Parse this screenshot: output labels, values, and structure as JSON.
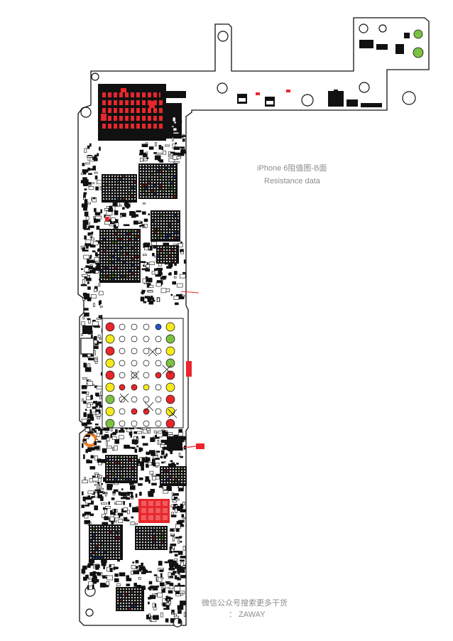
{
  "labels": {
    "title": "iPhone 6阻值图-B面",
    "subtitle": "Resistance data",
    "wechat": "微信公众号搜索更多干货",
    "account": "：  ZAWAY"
  },
  "colors": {
    "board_outline": "#111111",
    "chip": "#111111",
    "pad": "#ffffff",
    "red": "#e8262b",
    "yellow": "#f4ea1c",
    "green": "#7bc142",
    "blue": "#2757c4",
    "orange_ring": "#ee7a1b",
    "caption": "#8c8c8c"
  },
  "legend_pads": [
    {
      "color": "red"
    },
    {
      "color": "yellow"
    },
    {
      "color": "green"
    },
    {
      "color": "blue"
    }
  ]
}
